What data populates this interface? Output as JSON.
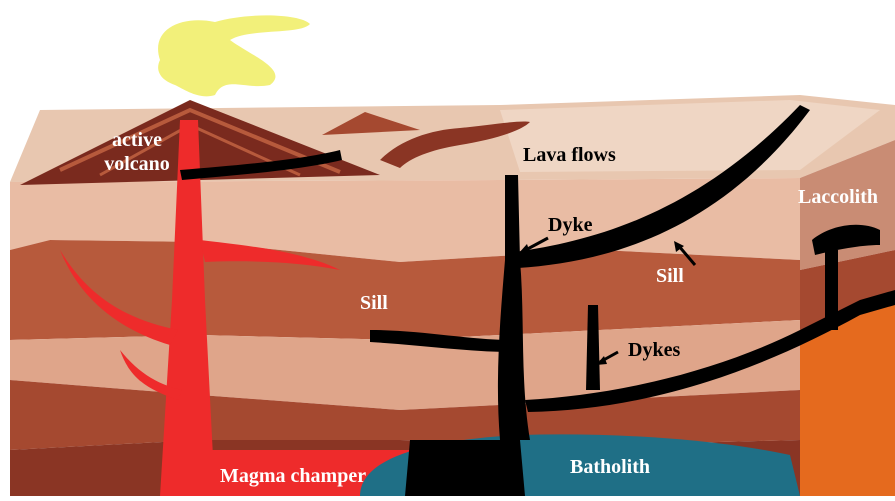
{
  "labels": {
    "active_volcano_line1": "active",
    "active_volcano_line2": "volcano",
    "lava_flows": "Lava flows",
    "laccolith": "Laccolith",
    "dyke": "Dyke",
    "sill_right": "Sill",
    "sill_left": "Sill",
    "dykes": "Dykes",
    "magma_chamber": "Magma champer",
    "batholith": "Batholith"
  },
  "colors": {
    "surface": "#e8c7b0",
    "surface_light": "#efd6c4",
    "layer_light": "#e9bca4",
    "layer_mid": "#b75a3c",
    "layer_dark": "#a54930",
    "layer_pink": "#dfa58a",
    "bottom_layer": "#8a3524",
    "side_face_light": "#c98c74",
    "side_face_orange": "#e56a1e",
    "magma": "#ee2b2b",
    "intrusion": "#000000",
    "batholith": "#1f6f86",
    "ash_cloud": "#f2f07a",
    "volcano": "#7a2a1e"
  }
}
